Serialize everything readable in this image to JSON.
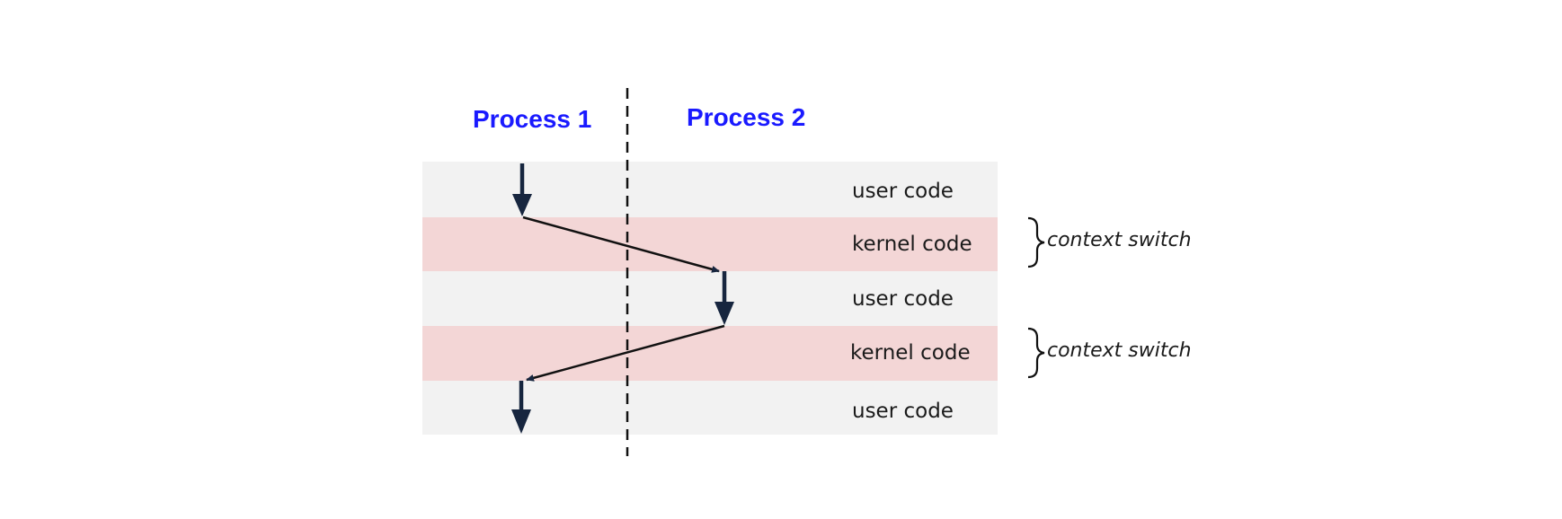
{
  "processes": {
    "left_title": "Process 1",
    "right_title": "Process 2"
  },
  "bands": [
    {
      "kind": "user",
      "label": "user code"
    },
    {
      "kind": "kernel",
      "label": "kernel code"
    },
    {
      "kind": "user",
      "label": "user code"
    },
    {
      "kind": "kernel",
      "label": "kernel code"
    },
    {
      "kind": "user",
      "label": "user code"
    }
  ],
  "annotations": [
    {
      "label": "context switch"
    },
    {
      "label": "context switch"
    }
  ],
  "colors": {
    "user_band": "#f2f2f2",
    "kernel_band": "#f3d6d6",
    "title": "#1a1aff",
    "arrow": "#17263f",
    "divider": "#111111"
  }
}
